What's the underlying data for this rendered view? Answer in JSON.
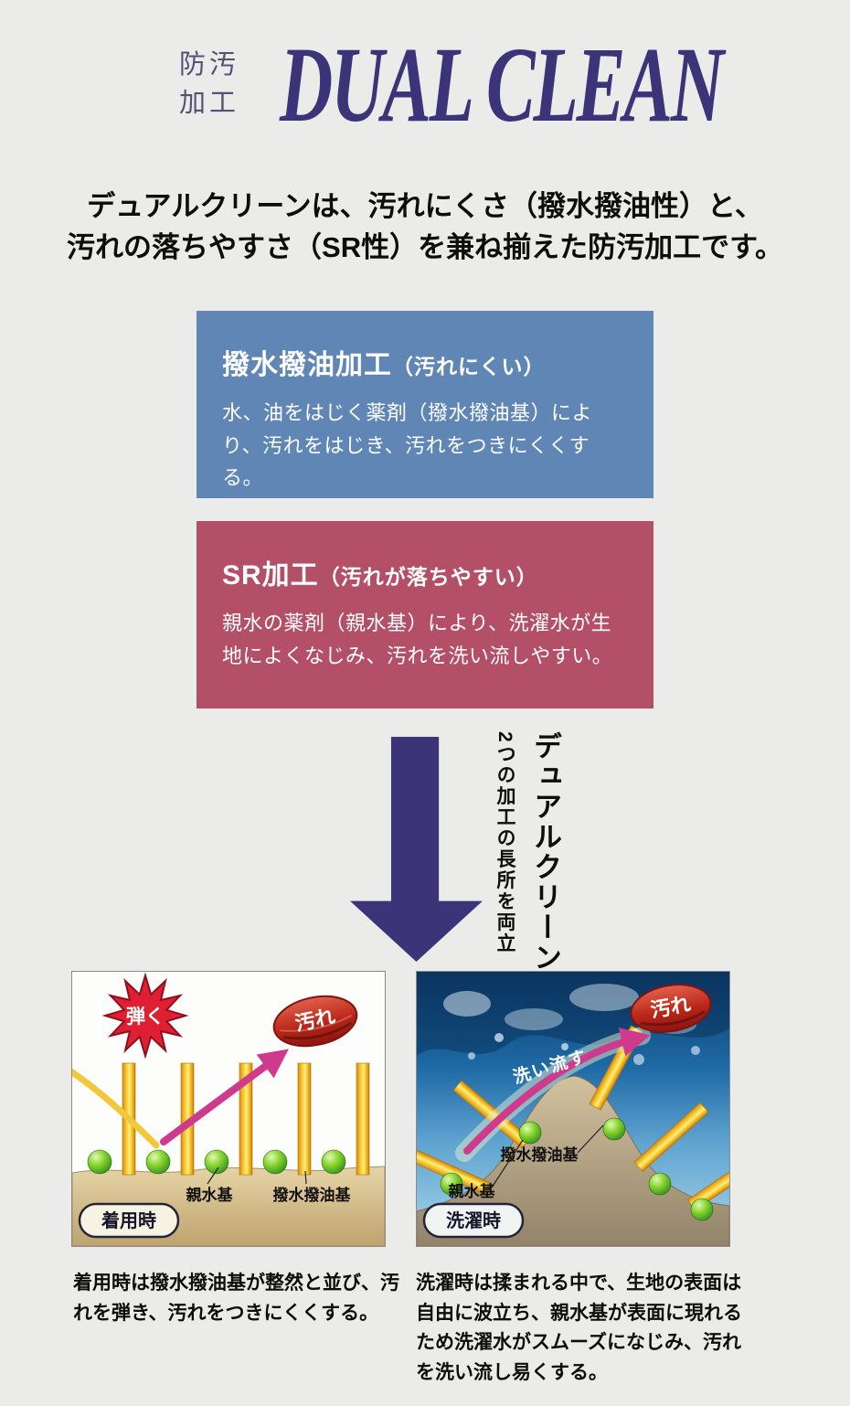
{
  "header": {
    "tagline_line1": "防汚",
    "tagline_line2": "加工",
    "logo_text": "DUAL CLEAN",
    "logo_color": "#3b3478"
  },
  "intro": {
    "line1": "デュアルクリーンは、汚れにくさ（撥水撥油性）と、",
    "line2": "汚れの落ちやすさ（SR性）を兼ね揃えた防汚加工です。"
  },
  "cards": [
    {
      "title": "撥水撥油加工",
      "title_note": "（汚れにくい）",
      "body": "水、油をはじく薬剤（撥水撥油基）により、汚れをはじき、汚れをつきにくくする。",
      "bg_color": "#5f86b5"
    },
    {
      "title": "SR加工",
      "title_note": "（汚れが落ちやすい）",
      "body": "親水の薬剤（親水基）により、洗濯水が生地によくなじみ、汚れを洗い流しやすい。",
      "bg_color": "#b34f66"
    }
  ],
  "transition": {
    "arrow_color": "#3b3478",
    "label_small": "2つの加工の長所を両立",
    "label_large": "デュアルクリーン"
  },
  "wear_diagram": {
    "burst_label": "弾く",
    "dirt_label": "汚れ",
    "hydrophilic_label": "親水基",
    "repellent_label": "撥水撥油基",
    "badge": "着用時",
    "caption": "着用時は撥水撥油基が整然と並び、汚れを弾き、汚れをつきにくくする。"
  },
  "wash_diagram": {
    "dirt_label": "汚れ",
    "flow_label": "洗い流す",
    "repellent_label": "撥水撥油基",
    "hydrophilic_label": "親水基",
    "badge": "洗濯時",
    "caption": "洗濯時は揉まれる中で、生地の表面は自由に波立ち、親水基が表面に現れるため洗濯水がスムーズになじみ、汚れを洗い流し易くする。"
  },
  "colors": {
    "page_background": "#ebebe9",
    "blue_card": "#5f86b5",
    "red_card": "#b34f66",
    "brand_indigo": "#3b3478",
    "pillar_yellow": "#f6c832",
    "ball_green": "#86d42e",
    "dirt_red": "#bb2718",
    "arrow_magenta": "#cf3a8c"
  }
}
